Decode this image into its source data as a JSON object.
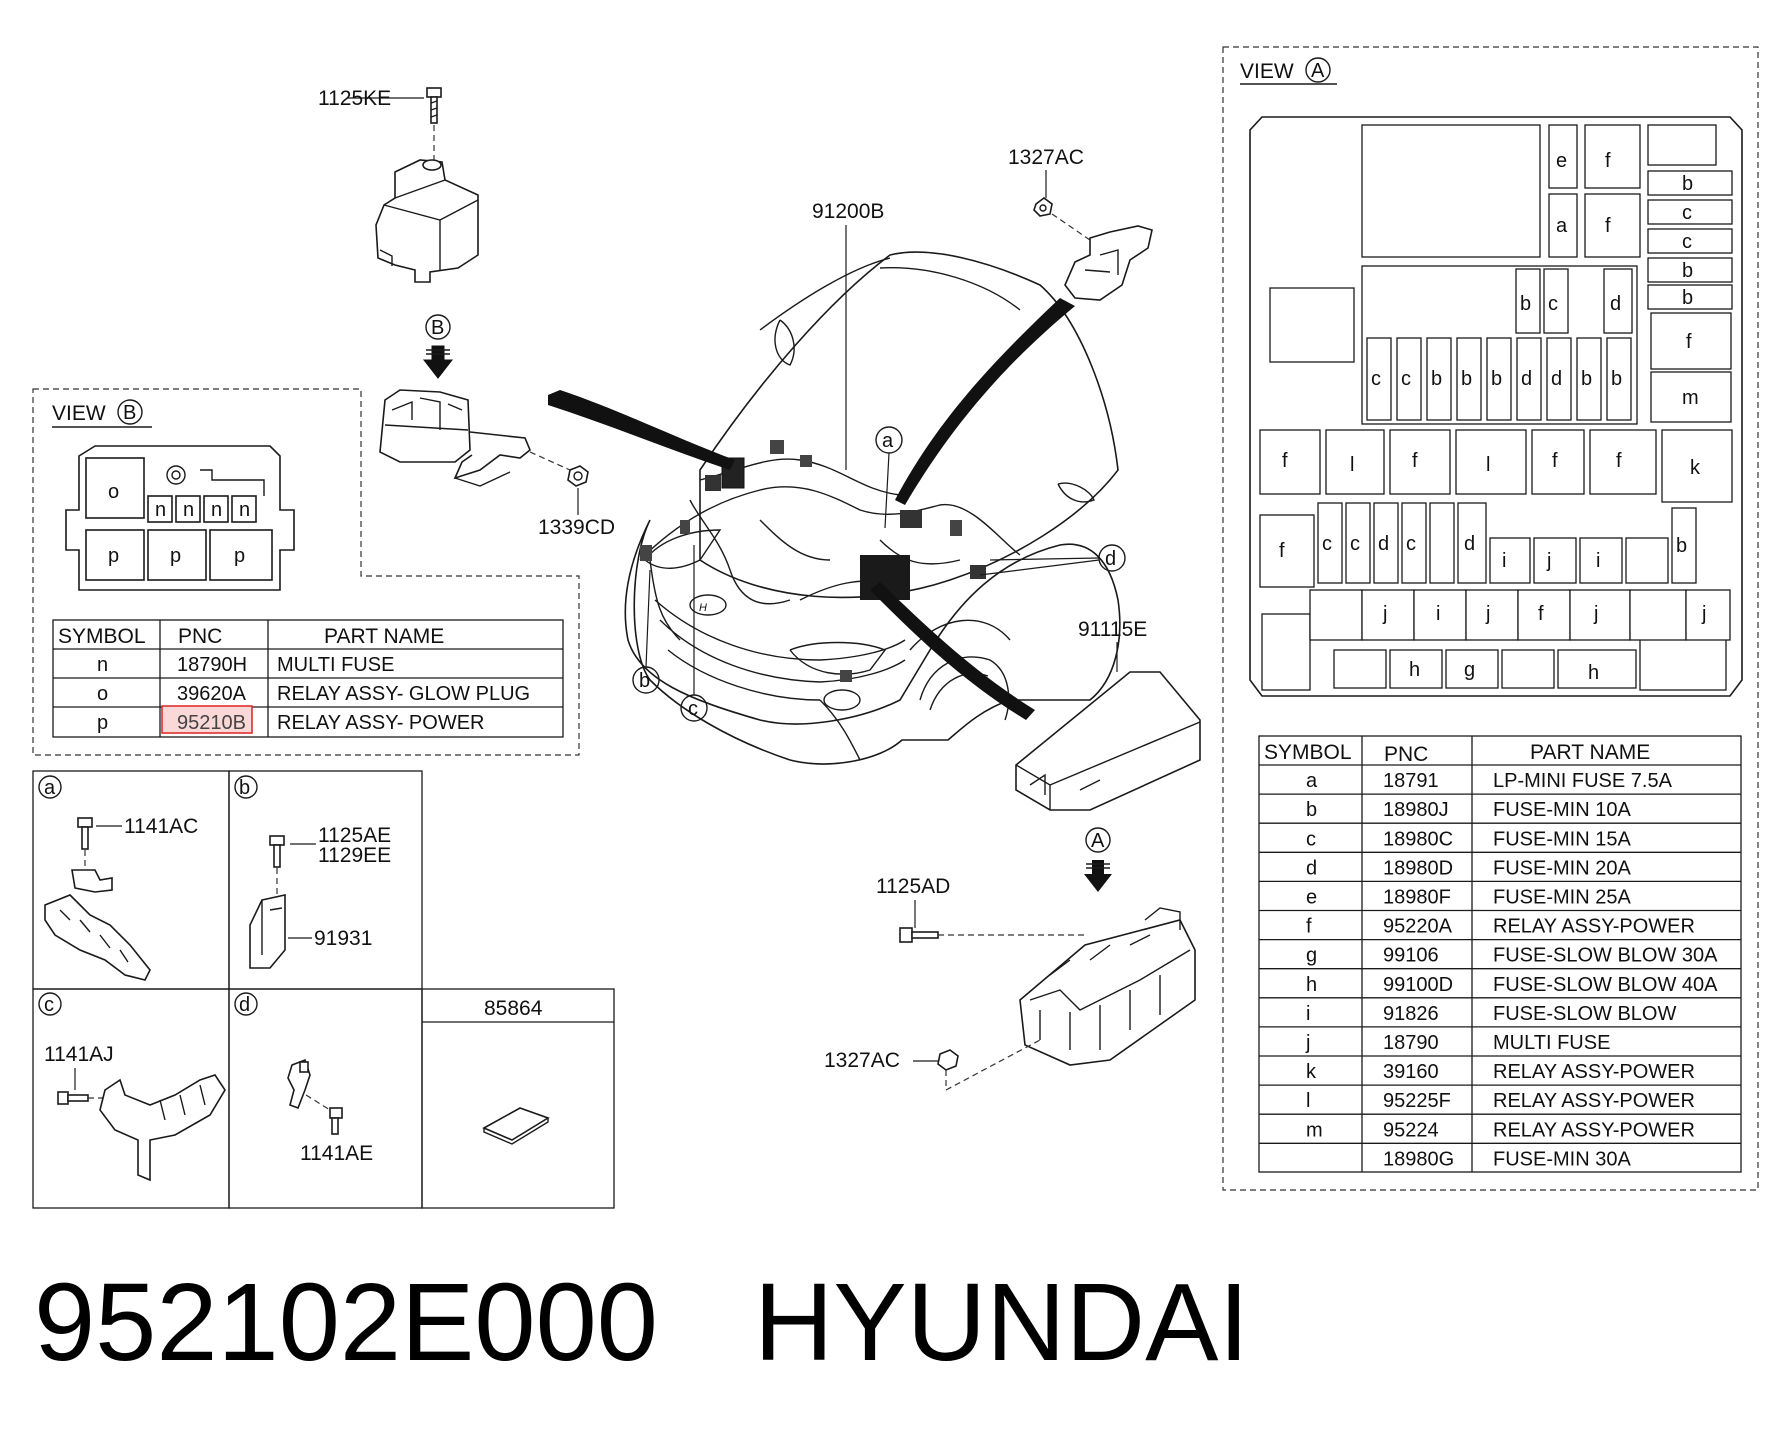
{
  "view_a": {
    "title": "VIEW",
    "letter": "A",
    "fuse_box_labels": [
      "e",
      "f",
      "a",
      "f",
      "b",
      "c",
      "c",
      "b",
      "b",
      "b",
      "c",
      "d",
      "f",
      "c",
      "c",
      "b",
      "b",
      "b",
      "d",
      "d",
      "b",
      "b",
      "m",
      "f",
      "l",
      "f",
      "l",
      "f",
      "f",
      "k",
      "f",
      "c",
      "c",
      "d",
      "c",
      "d",
      "i",
      "j",
      "i",
      "b",
      "j",
      "i",
      "j",
      "f",
      "j",
      "j",
      "h",
      "g",
      "h"
    ],
    "table": {
      "headers": [
        "SYMBOL",
        "PNC",
        "PART NAME"
      ],
      "rows": [
        {
          "symbol": "a",
          "pnc": "18791",
          "name": "LP-MINI FUSE 7.5A"
        },
        {
          "symbol": "b",
          "pnc": "18980J",
          "name": "FUSE-MIN 10A"
        },
        {
          "symbol": "c",
          "pnc": "18980C",
          "name": "FUSE-MIN 15A"
        },
        {
          "symbol": "d",
          "pnc": "18980D",
          "name": "FUSE-MIN 20A"
        },
        {
          "symbol": "e",
          "pnc": "18980F",
          "name": "FUSE-MIN 25A"
        },
        {
          "symbol": "f",
          "pnc": "95220A",
          "name": "RELAY ASSY-POWER"
        },
        {
          "symbol": "g",
          "pnc": "99106",
          "name": "FUSE-SLOW BLOW 30A"
        },
        {
          "symbol": "h",
          "pnc": "99100D",
          "name": "FUSE-SLOW BLOW 40A"
        },
        {
          "symbol": "i",
          "pnc": "91826",
          "name": "FUSE-SLOW BLOW"
        },
        {
          "symbol": "j",
          "pnc": "18790",
          "name": "MULTI FUSE"
        },
        {
          "symbol": "k",
          "pnc": "39160",
          "name": "RELAY ASSY-POWER"
        },
        {
          "symbol": "l",
          "pnc": "95225F",
          "name": "RELAY ASSY-POWER"
        },
        {
          "symbol": "m",
          "pnc": "95224",
          "name": "RELAY ASSY-POWER"
        },
        {
          "symbol": "",
          "pnc": "18980G",
          "name": "FUSE-MIN 30A"
        }
      ]
    }
  },
  "view_b": {
    "title": "VIEW",
    "letter": "B",
    "box_labels": [
      "o",
      "n",
      "n",
      "n",
      "n",
      "p",
      "p",
      "p"
    ],
    "table": {
      "headers": [
        "SYMBOL",
        "PNC",
        "PART NAME"
      ],
      "rows": [
        {
          "symbol": "n",
          "pnc": "18790H",
          "name": "MULTI FUSE"
        },
        {
          "symbol": "o",
          "pnc": "39620A",
          "name": "RELAY ASSY- GLOW PLUG"
        },
        {
          "symbol": "p",
          "pnc": "95210B",
          "name": "RELAY ASSY- POWER",
          "highlighted": true
        }
      ]
    }
  },
  "callouts": {
    "top_bolt": "1125KE",
    "nut_b": "1339CD",
    "harness": "91200B",
    "top_right_nut": "1327AC",
    "cover": "91115E",
    "bolt_a": "1125AD",
    "nut_a": "1327AC",
    "circle_a": "a",
    "circle_b": "b",
    "circle_c": "c",
    "circle_d": "d",
    "arrow_a": "A",
    "arrow_b": "B"
  },
  "detail_grid": {
    "a": {
      "letter": "a",
      "labels": [
        "1141AC"
      ]
    },
    "b": {
      "letter": "b",
      "labels": [
        "1125AE",
        "1129EE",
        "91931"
      ]
    },
    "c": {
      "letter": "c",
      "labels": [
        "1141AJ"
      ]
    },
    "d": {
      "letter": "d",
      "labels": [
        "1141AE"
      ]
    },
    "e": {
      "title": "85864"
    }
  },
  "footer": {
    "part_number": "952102E000",
    "brand": "HYUNDAI"
  },
  "colors": {
    "line": "#1a1a1a",
    "highlight": "#e03030",
    "background": "#ffffff"
  }
}
